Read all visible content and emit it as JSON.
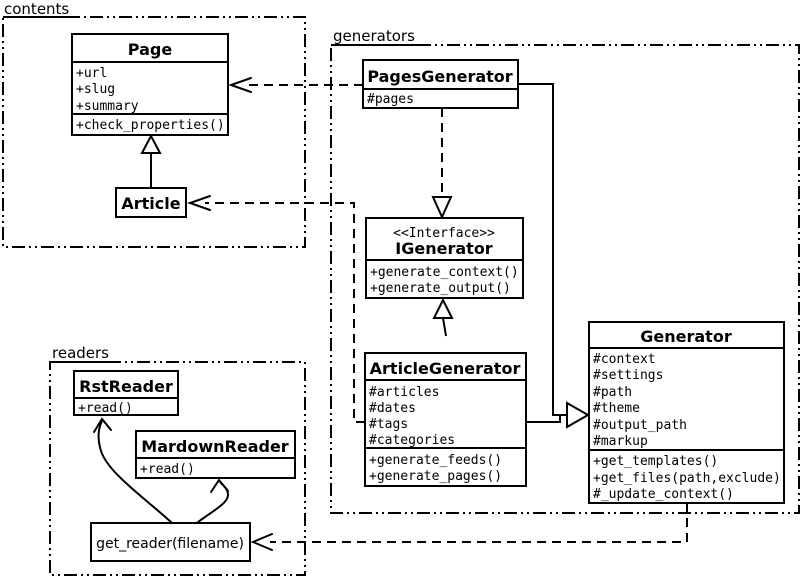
{
  "colors": {
    "ink": "#000000",
    "paper": "#ffffff"
  },
  "packages": {
    "contents": {
      "label": "contents"
    },
    "generators": {
      "label": "generators"
    },
    "readers": {
      "label": "readers"
    }
  },
  "classes": {
    "page": {
      "name": "Page",
      "attributes": [
        "+url",
        "+slug",
        "+summary"
      ],
      "methods": [
        "+check_properties()"
      ]
    },
    "article": {
      "name": "Article"
    },
    "pages_generator": {
      "name": "PagesGenerator",
      "attributes": [
        "#pages"
      ]
    },
    "igenerator": {
      "stereotype": "<<Interface>>",
      "name": "IGenerator",
      "methods": [
        "+generate_context()",
        "+generate_output()"
      ]
    },
    "article_generator": {
      "name": "ArticleGenerator",
      "attributes": [
        "#articles",
        "#dates",
        "#tags",
        "#categories"
      ],
      "methods": [
        "+generate_feeds()",
        "+generate_pages()"
      ]
    },
    "generator": {
      "name": "Generator",
      "attributes": [
        "#context",
        "#settings",
        "#path",
        "#theme",
        "#output_path",
        "#markup"
      ],
      "methods": [
        "+get_templates()",
        "+get_files(path,exclude)",
        "#_update_context()"
      ]
    },
    "rst_reader": {
      "name": "RstReader",
      "methods": [
        "+read()"
      ]
    },
    "mardown_reader": {
      "name": "MardownReader",
      "methods": [
        "+read()"
      ]
    },
    "get_reader": {
      "label": "get_reader(filename)"
    }
  }
}
